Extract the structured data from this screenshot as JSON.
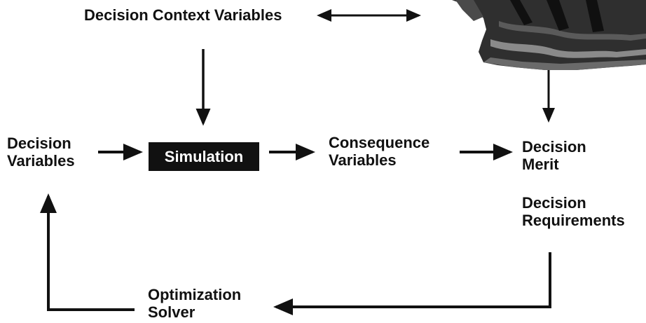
{
  "diagram": {
    "nodes": {
      "context": "Decision Context Variables",
      "decision_vars": [
        "Decision",
        "Variables"
      ],
      "simulation": "Simulation",
      "consequence": [
        "Consequence",
        "Variables"
      ],
      "merit": [
        "Decision",
        "Merit"
      ],
      "requirements": [
        "Decision",
        "Requirements"
      ],
      "optimizer": [
        "Optimization",
        "Solver"
      ]
    },
    "stakeholder_image_icon": "stakeholder-figure-icon",
    "colors": {
      "ink": "#111111",
      "box_text": "#ffffff",
      "background": "#ffffff"
    }
  }
}
